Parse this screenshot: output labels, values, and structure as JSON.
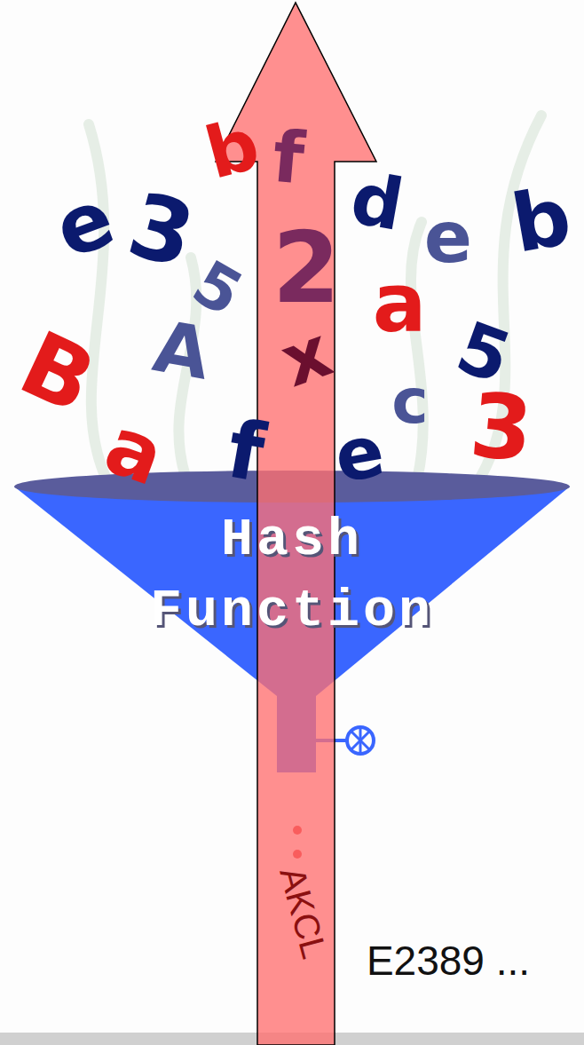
{
  "diagram": {
    "nodes": [
      {
        "text": [
          "Hash Function"
        ]
      }
    ],
    "labels": [
      "b",
      "f",
      "d",
      "e",
      "3",
      "2",
      "e",
      "b",
      "5",
      "a",
      "5",
      "B",
      "A",
      "x",
      "c",
      "a",
      "f",
      "e",
      "3",
      "AKCL",
      "E2389 ..."
    ]
  }
}
